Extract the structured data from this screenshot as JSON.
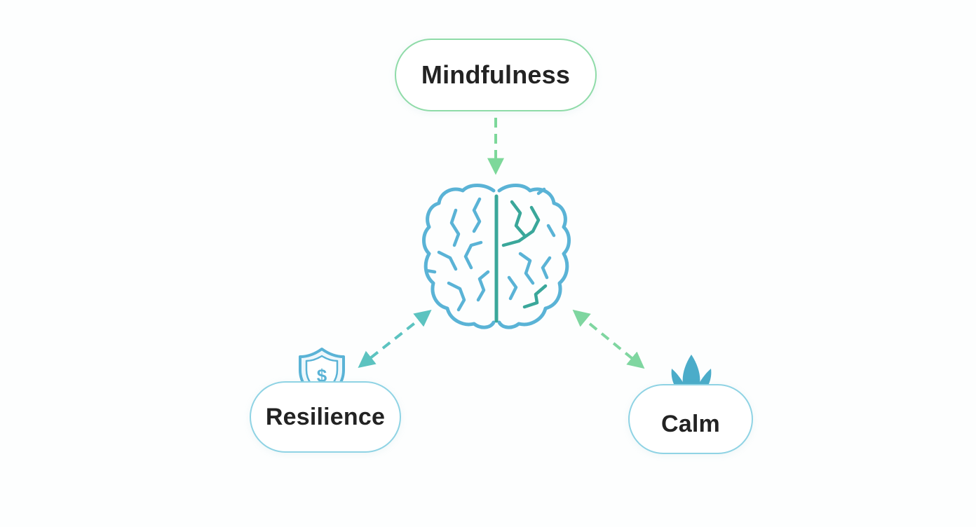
{
  "diagram": {
    "center_icon": "brain-icon",
    "nodes": {
      "mindfulness": {
        "label": "Mindfulness"
      },
      "resilience": {
        "label": "Resilience",
        "icon": "shield-icon"
      },
      "calm": {
        "label": "Calm",
        "icon": "lotus-icon"
      }
    },
    "edges": [
      {
        "from": "mindfulness",
        "to": "brain",
        "style": "dashed",
        "direction": "one-way"
      },
      {
        "from": "brain",
        "to": "resilience",
        "style": "dashed",
        "direction": "two-way"
      },
      {
        "from": "brain",
        "to": "calm",
        "style": "dashed",
        "direction": "two-way"
      }
    ],
    "colors": {
      "green": "#7dd89a",
      "blue": "#5ab3d6",
      "teal": "#3aa79a",
      "text": "#232323"
    }
  }
}
